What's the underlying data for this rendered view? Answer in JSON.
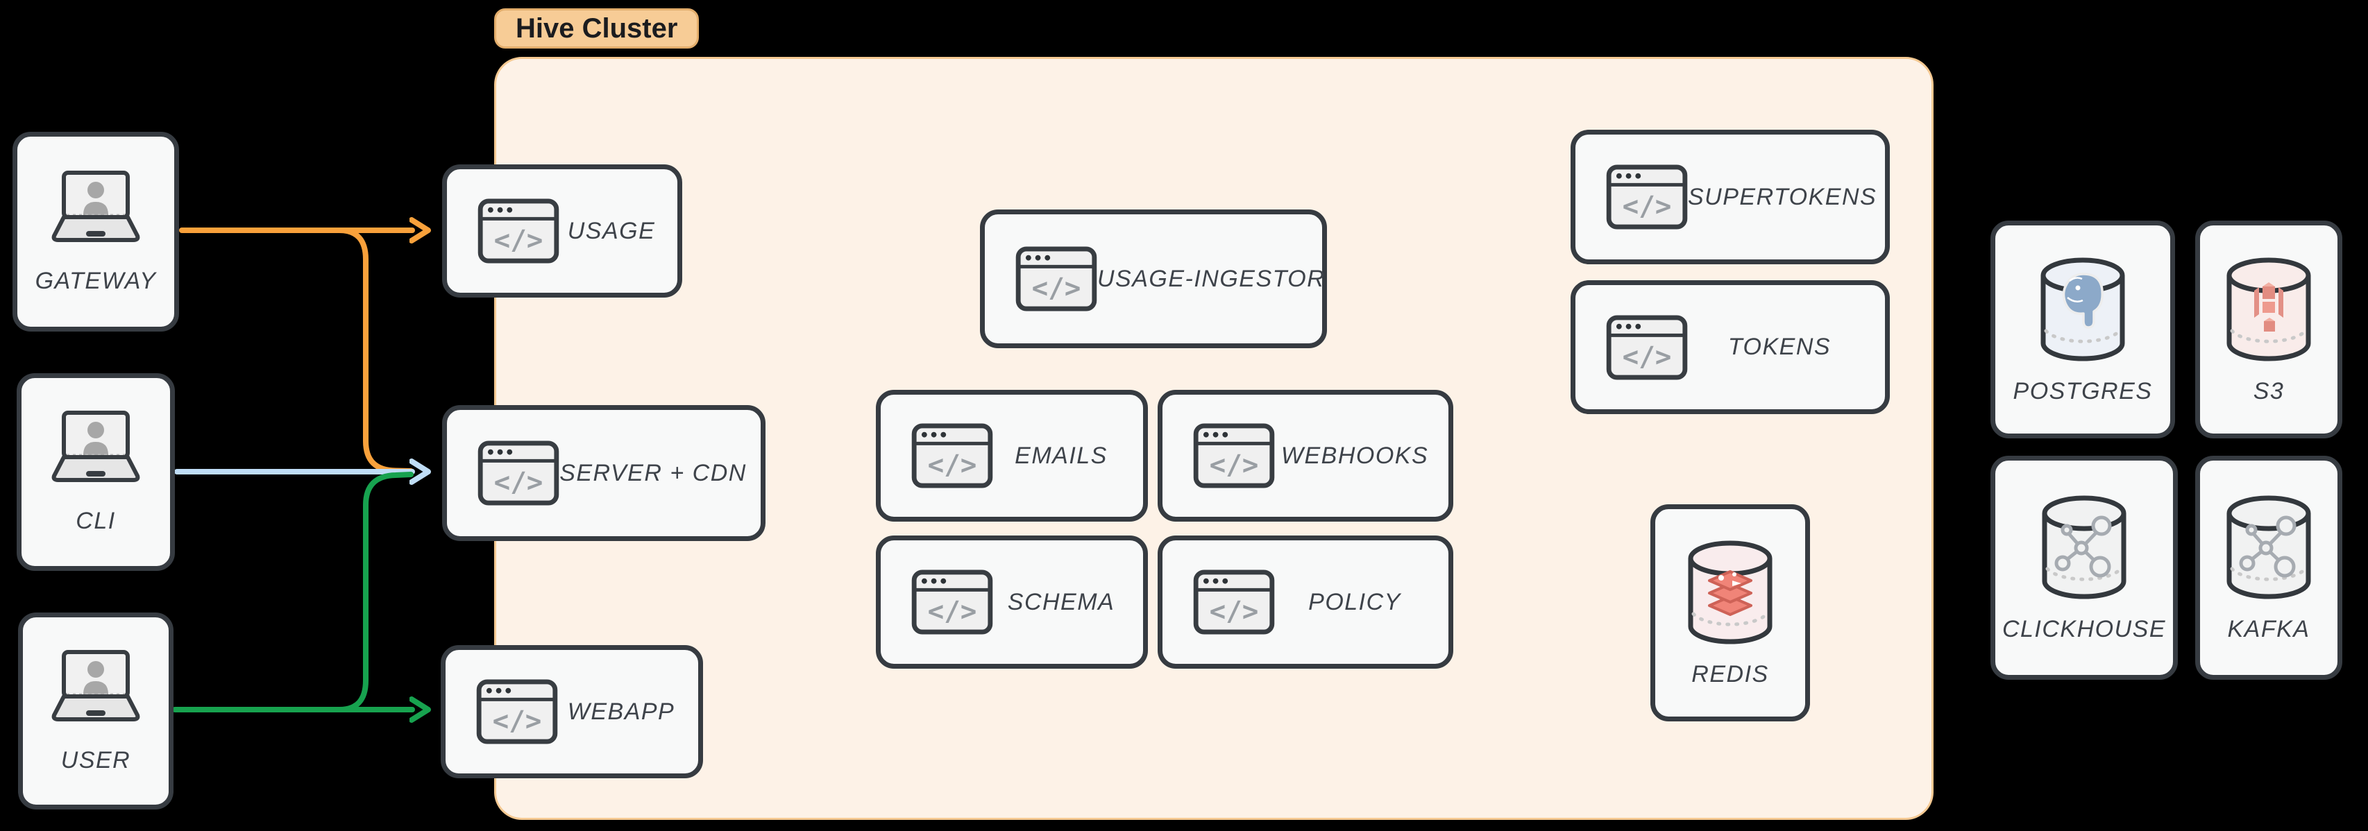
{
  "diagram": {
    "title_tag": "Hive Cluster",
    "background": "#000000",
    "cluster_bg": "#FDF2E7",
    "cluster_border": "#F5C992",
    "tag_bg": "#F7CC96",
    "card_bg": "#F8F9F9",
    "card_border": "#363B41",
    "label_color": "#3E434A"
  },
  "icons": {
    "code_glyph": "</>"
  },
  "clients": [
    {
      "id": "gateway",
      "label": "GATEWAY",
      "icon": "laptop-user-icon"
    },
    {
      "id": "cli",
      "label": "CLI",
      "icon": "laptop-user-icon"
    },
    {
      "id": "user",
      "label": "USER",
      "icon": "laptop-user-icon"
    }
  ],
  "services": [
    {
      "id": "usage",
      "label": "USAGE",
      "icon": "browser-code-icon"
    },
    {
      "id": "server-cdn",
      "label": "SERVER + CDN",
      "icon": "browser-code-icon"
    },
    {
      "id": "webapp",
      "label": "WEBAPP",
      "icon": "browser-code-icon"
    },
    {
      "id": "usage-ingestor",
      "label": "USAGE-INGESTOR",
      "icon": "browser-code-icon"
    },
    {
      "id": "emails",
      "label": "EMAILS",
      "icon": "browser-code-icon"
    },
    {
      "id": "webhooks",
      "label": "WEBHOOKS",
      "icon": "browser-code-icon"
    },
    {
      "id": "schema",
      "label": "SCHEMA",
      "icon": "browser-code-icon"
    },
    {
      "id": "policy",
      "label": "POLICY",
      "icon": "browser-code-icon"
    },
    {
      "id": "supertokens",
      "label": "SUPERTOKENS",
      "icon": "browser-code-icon"
    },
    {
      "id": "tokens",
      "label": "TOKENS",
      "icon": "browser-code-icon"
    }
  ],
  "datastores": [
    {
      "id": "redis",
      "label": "REDIS",
      "icon": "database-cylinder-icon",
      "logo": "redis",
      "tint": "#F9ECED",
      "logo_color": "#F08478"
    },
    {
      "id": "postgres",
      "label": "POSTGRES",
      "icon": "database-cylinder-icon",
      "logo": "postgres-elephant",
      "tint": "#EDF1F7",
      "logo_color": "#8CA9C9"
    },
    {
      "id": "s3",
      "label": "S3",
      "icon": "database-cylinder-icon",
      "logo": "s3-blocks",
      "tint": "#F9ECEA",
      "logo_color": "#E39086"
    },
    {
      "id": "clickhouse",
      "label": "CLICKHOUSE",
      "icon": "database-cylinder-icon",
      "logo": "node-graph",
      "tint": "#F1F2F2",
      "logo_color": "#A6ABB1"
    },
    {
      "id": "kafka",
      "label": "KAFKA",
      "icon": "database-cylinder-icon",
      "logo": "node-graph",
      "tint": "#F1F2F2",
      "logo_color": "#A6ABB1"
    }
  ],
  "edges": [
    {
      "from": "gateway",
      "to": "usage",
      "color": "#F9A13B"
    },
    {
      "from": "gateway",
      "to": "server-cdn",
      "color": "#F9A13B"
    },
    {
      "from": "cli",
      "to": "server-cdn",
      "color": "#BFDDF6"
    },
    {
      "from": "user",
      "to": "server-cdn",
      "color": "#17A24F"
    },
    {
      "from": "user",
      "to": "webapp",
      "color": "#17A24F"
    }
  ]
}
